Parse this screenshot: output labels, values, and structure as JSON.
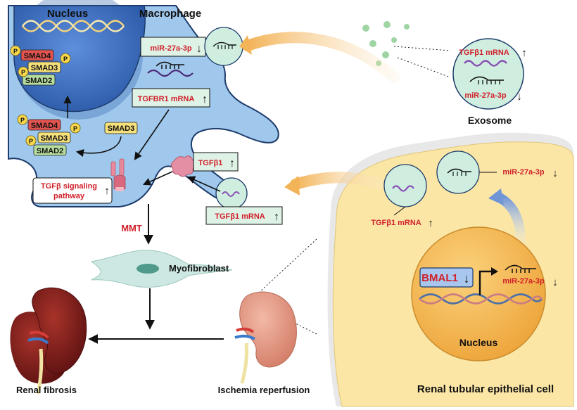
{
  "labels": {
    "nucleus_macrophage": "Nucleus",
    "macrophage": "Macrophage",
    "smad4": "SMAD4",
    "smad3": "SMAD3",
    "smad2": "SMAD2",
    "phospho": "P",
    "mir27a_macrophage": "miR-27a-3p",
    "tgfbr1_mrna": "TGFBR1 mRNA",
    "smad3_free": "SMAD3",
    "tgfb1_protein": "TGFβ1",
    "tgfb_pathway_line1": "TGFβ signaling",
    "tgfb_pathway_line2": "pathway",
    "tgfb1_mrna_macrophage": "TGFβ1 mRNA",
    "mmt": "MMT",
    "myofibroblast": "Myofibroblast",
    "renal_fibrosis": "Renal fibrosis",
    "ischemia_reperfusion": "Ischemia reperfusion",
    "exosome_tgfb1_mrna": "TGFβ1 mRNA",
    "exosome_mir27a": "miR-27a-3p",
    "exosome": "Exosome",
    "cell_mir27a": "miR-27a-3p",
    "cell_tgfb1_mrna": "TGFβ1 mRNA",
    "bmal1": "BMAL1",
    "nucleus_mir27a": "miR-27a-3p",
    "nucleus_tubular": "Nucleus",
    "tubular_cell": "Renal tubular epithelial cell"
  },
  "arrows": {
    "up": "↑",
    "down": "↓"
  },
  "colors": {
    "macrophage_fill": "#9fc8ec",
    "macrophage_outline": "#1d3b6b",
    "nucleus_fill": "#3f73c4",
    "epithelial_fill": "#fbe6a6",
    "tubular_nucleus_fill": "#f4c05a",
    "label_red": "#d0202a",
    "box_green": "#dff2e6",
    "smad4": "#e0534e",
    "smad3": "#f6e07a",
    "smad2": "#b7dd9e",
    "phospho": "#f8d74a",
    "exosome_fill": "#cfeee0",
    "mrna_purple": "#8a4fb5",
    "kidney_fibrotic": "#7a1a1a",
    "kidney_injured": "#e39a86",
    "flow_arrow": "#f3b357"
  }
}
